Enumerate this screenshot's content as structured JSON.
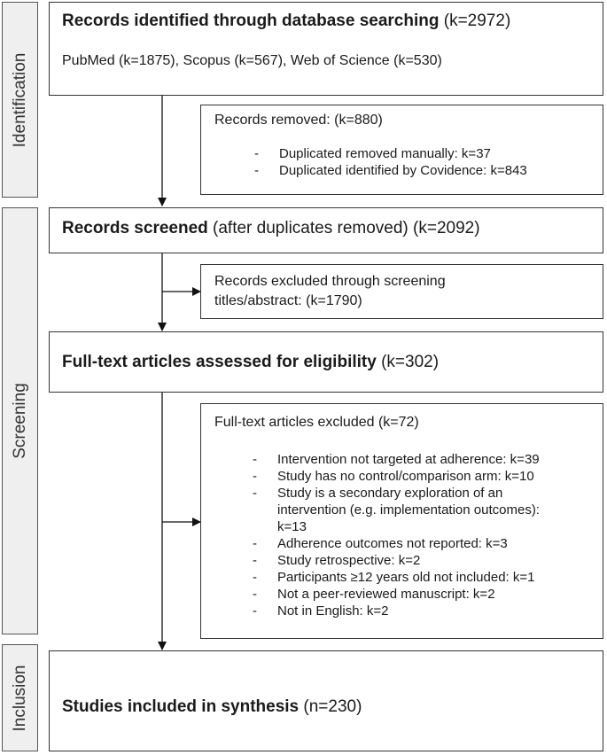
{
  "stages": {
    "identification": "Identification",
    "screening": "Screening",
    "inclusion": "Inclusion"
  },
  "identified": {
    "title_bold": "Records identified through database searching",
    "title_rest": " (k=2972)",
    "sources": "PubMed (k=1875), Scopus (k=567), Web of Science (k=530)"
  },
  "removed": {
    "title": "Records removed: (k=880)",
    "items": [
      "Duplicated removed manually: k=37",
      "Duplicated identified by Covidence: k=843"
    ]
  },
  "screened": {
    "title_bold": "Records screened",
    "title_rest": " (after duplicates removed) (k=2092)"
  },
  "excluded_screening": {
    "line1": "Records excluded through screening",
    "line2": "titles/abstract: (k=1790)"
  },
  "fulltext": {
    "title_bold": "Full-text articles assessed for eligibility",
    "title_rest": " (k=302)"
  },
  "excluded_fulltext": {
    "title": "Full-text articles excluded (k=72)",
    "items": [
      "Intervention not targeted at adherence: k=39",
      "Study has no control/comparison arm: k=10",
      "Study is a secondary exploration of an",
      "intervention (e.g. implementation outcomes):",
      "k=13",
      "Adherence outcomes not reported: k=3",
      "Study retrospective: k=2",
      "Participants ≥12 years old not included: k=1",
      "Not a peer-reviewed manuscript: k=2",
      "Not in English: k=2"
    ]
  },
  "included": {
    "title_bold": "Studies included in synthesis",
    "title_rest": " (n=230)"
  }
}
